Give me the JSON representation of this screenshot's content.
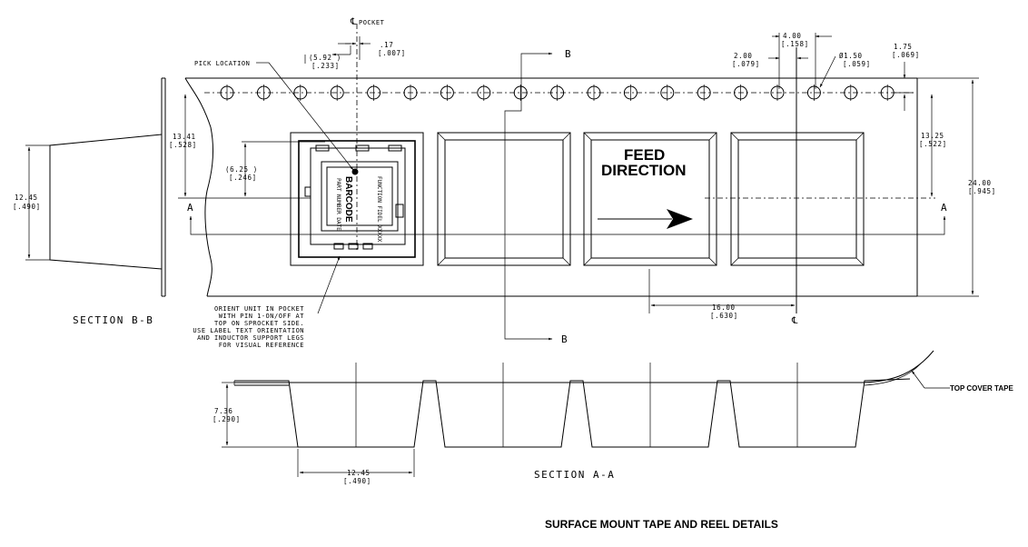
{
  "title": "SURFACE MOUNT TAPE AND REEL DETAILS",
  "feed_direction": {
    "line1": "FEED",
    "line2": "DIRECTION"
  },
  "sections": {
    "bb": "SECTION B-B",
    "aa": "SECTION A-A"
  },
  "labels": {
    "pocket": "POCKET",
    "centerline": "℄",
    "pick_location": "PICK LOCATION",
    "top_cover_tape": "TOP COVER TAPE",
    "section_a": "A",
    "section_b": "B"
  },
  "note": [
    "ORIENT UNIT IN POCKET",
    "WITH PIN 1-ON/OFF AT",
    "TOP ON SPROCKET SIDE.",
    "USE LABEL TEXT ORIENTATION",
    "AND INDUCTOR SUPPORT LEGS",
    "FOR VISUAL REFERENCE"
  ],
  "dimensions": {
    "d_582": [
      "(5.92 )",
      "[.233]"
    ],
    "d_17": [
      ".17",
      "[.007]"
    ],
    "d_400": [
      "4.00",
      "[.158]"
    ],
    "d_200": [
      "2.00",
      "[.079]"
    ],
    "d_150": [
      "Ø1.50",
      "[.059]"
    ],
    "d_175": [
      "1.75",
      "[.069]"
    ],
    "d_1341": [
      "13.41",
      "[.528]"
    ],
    "d_625": [
      "(6.25 )",
      "[.246]"
    ],
    "d_1245_left": [
      "12.45",
      "[.490]"
    ],
    "d_1325": [
      "13.25",
      "[.522]"
    ],
    "d_2400": [
      "24.00",
      "[.945]"
    ],
    "d_1600": [
      "16.00",
      "[.630]"
    ],
    "d_736": [
      "7.36",
      "[.290]"
    ],
    "d_1245_bottom": [
      "12.45",
      "[.490]"
    ]
  },
  "part_label": {
    "line1": "FUNCTION FIDEL XXXXX",
    "line2": "PART NUMBER DATE",
    "line3": "BARCODE"
  }
}
